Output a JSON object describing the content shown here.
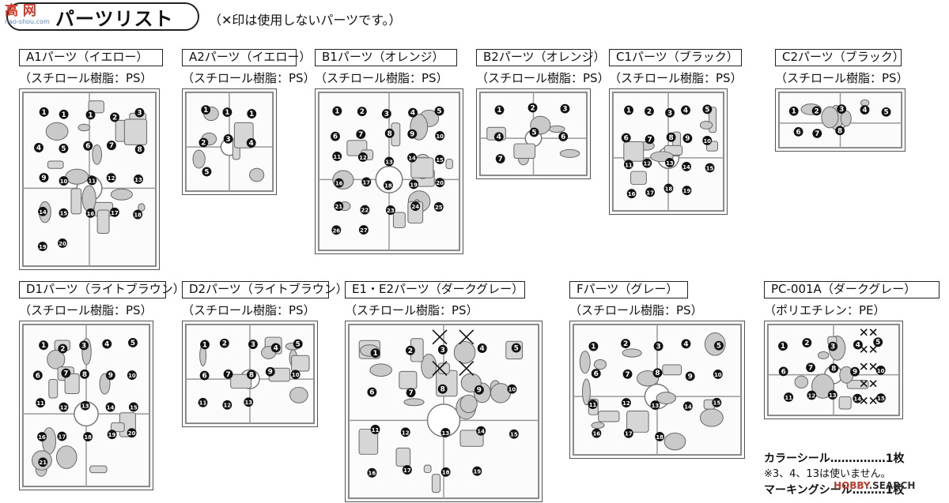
{
  "header": {
    "title": "パーツリスト",
    "note": "（✕印は使用しないパーツです。）",
    "watermark_top": "高 网",
    "watermark_sub": "nao-shou.com"
  },
  "panels": [
    {
      "label": "A1パーツ（イエロー）",
      "material": "（スチロール樹脂：PS）",
      "numbers": [
        "1",
        "1",
        "1",
        "2",
        "3",
        "4",
        "5",
        "6",
        "7",
        "8",
        "9",
        "10",
        "11",
        "12",
        "13",
        "14",
        "15",
        "16",
        "17",
        "18",
        "19",
        "20"
      ]
    },
    {
      "label": "A2パーツ（イエロー）",
      "material": "（スチロール樹脂：PS）",
      "numbers": [
        "1",
        "1",
        "1",
        "2",
        "3",
        "4",
        "5"
      ]
    },
    {
      "label": "B1パーツ（オレンジ）",
      "material": "（スチロール樹脂：PS）",
      "numbers": [
        "1",
        "2",
        "3",
        "4",
        "5",
        "6",
        "7",
        "8",
        "9",
        "10",
        "11",
        "12",
        "13",
        "14",
        "15",
        "16",
        "17",
        "18",
        "19",
        "20",
        "21",
        "22",
        "23",
        "24",
        "25",
        "26",
        "27"
      ]
    },
    {
      "label": "B2パーツ（オレンジ）",
      "material": "（スチロール樹脂：PS）",
      "numbers": [
        "1",
        "2",
        "3",
        "4",
        "5",
        "6",
        "7"
      ]
    },
    {
      "label": "C1パーツ（ブラック）",
      "material": "（スチロール樹脂：PS）",
      "numbers": [
        "1",
        "2",
        "3",
        "4",
        "5",
        "6",
        "7",
        "8",
        "9",
        "10",
        "11",
        "12",
        "13",
        "14",
        "15",
        "16",
        "17",
        "18",
        "19"
      ]
    },
    {
      "label": "C2パーツ（ブラック）",
      "material": "（スチロール樹脂：PS）",
      "numbers": [
        "1",
        "2",
        "3",
        "4",
        "5",
        "6",
        "7",
        "8"
      ]
    },
    {
      "label": "D1パーツ（ライトブラウン）",
      "material": "（スチロール樹脂：PS）",
      "numbers": [
        "1",
        "2",
        "3",
        "4",
        "5",
        "6",
        "7",
        "8",
        "9",
        "10",
        "11",
        "12",
        "13",
        "14",
        "15",
        "16",
        "17",
        "18",
        "19",
        "20",
        "21"
      ]
    },
    {
      "label": "D2パーツ（ライトブラウン）",
      "material": "（スチロール樹脂：PS）",
      "numbers": [
        "1",
        "2",
        "3",
        "4",
        "5",
        "6",
        "7",
        "8",
        "9",
        "10",
        "11",
        "12",
        "13"
      ]
    },
    {
      "label": "E1・E2パーツ（ダークグレー）",
      "material": "（スチロール樹脂：PS）",
      "numbers": [
        "1",
        "2",
        "3",
        "4",
        "5",
        "6",
        "7",
        "8",
        "9",
        "10",
        "11",
        "12",
        "13",
        "14",
        "15",
        "16",
        "17",
        "18",
        "19"
      ]
    },
    {
      "label": "Fパーツ（グレー）",
      "material": "（スチロール樹脂：PS）",
      "numbers": [
        "1",
        "2",
        "3",
        "4",
        "5",
        "6",
        "7",
        "8",
        "9",
        "10",
        "11",
        "12",
        "13",
        "14",
        "15",
        "16",
        "17",
        "18"
      ]
    },
    {
      "label": "PC-001A（ダークグレー）",
      "material": "（ポリエチレン：PE）",
      "numbers": [
        "1",
        "2",
        "3",
        "4",
        "5",
        "6",
        "7",
        "8",
        "9",
        "10",
        "11",
        "12",
        "13",
        "14",
        "15"
      ]
    }
  ],
  "notes": {
    "color_seal": "カラーシール……………1枚",
    "unused": "※3、4、13は使いません。",
    "marking_seal": "マーキングシール………1枚"
  },
  "watermark_br": {
    "brand": "HOBBY",
    "rest": "SEARCH"
  }
}
